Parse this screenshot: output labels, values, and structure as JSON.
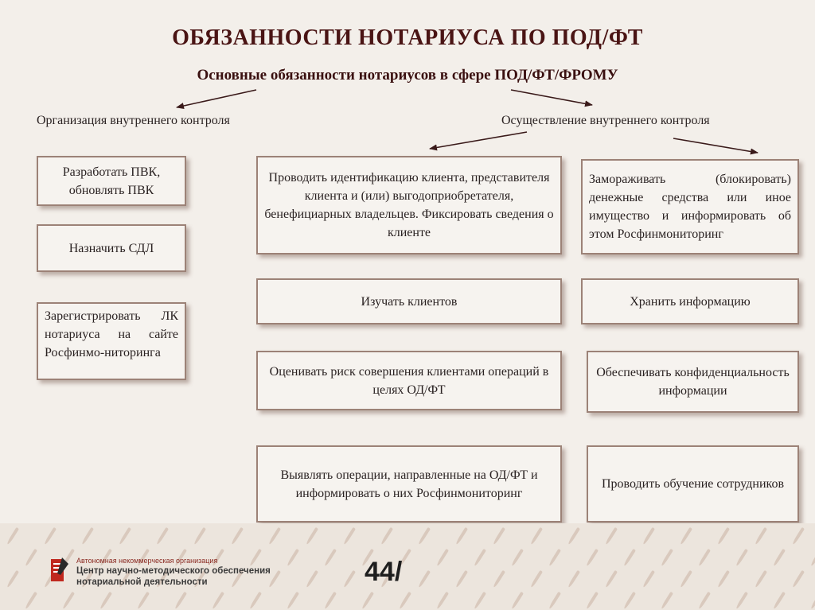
{
  "title": "ОБЯЗАННОСТИ НОТАРИУСА ПО ПОД/ФТ",
  "subtitle": "Основные обязанности нотариусов в сфере ПОД/ФТ/ФРОМУ",
  "branches": {
    "left": "Организация внутреннего контроля",
    "right": "Осуществление внутреннего контроля"
  },
  "left_boxes": [
    "Разработать ПВК, обновлять ПВК",
    "Назначить СДЛ",
    "Зарегистрировать ЛК нотариуса на сайте Росфинмо-ниторинга"
  ],
  "middle_boxes": [
    "Проводить идентификацию клиента, представителя клиента и (или) выгодоприобретателя, бенефициарных владельцев. Фиксировать сведения о клиенте",
    "Изучать клиентов",
    "Оценивать риск совершения клиентами операций в целях ОД/ФТ",
    "Выявлять операции, направленные на ОД/ФТ и информировать о них Росфинмониторинг"
  ],
  "right_boxes": [
    "Замораживать (блокировать) денежные средства или иное имущество и информировать об этом Росфинмониторинг",
    "Хранить информацию",
    "Обеспечивать конфиденциальность информации",
    "Проводить обучение сотрудников"
  ],
  "footer": {
    "org_line1": "Автономная некоммерческая организация",
    "org_line2": "Центр научно-методического обеспечения",
    "org_line3": "нотариальной деятельности",
    "page_number": "44/"
  },
  "colors": {
    "title": "#4a1414",
    "box_border": "#9c8277",
    "background": "#f3efea",
    "logo_red": "#c0281e"
  }
}
